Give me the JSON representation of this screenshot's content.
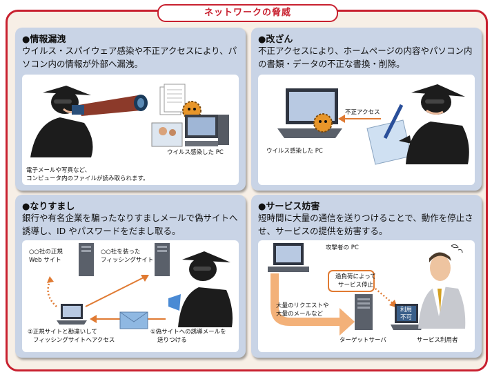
{
  "title": "ネットワークの脅威",
  "panels": {
    "leak": {
      "heading": "●情報漏洩",
      "desc": "ウイルス・スパイウェア感染や不正アクセスにより、パソコン内の情報が外部へ漏洩。",
      "label_pc": "ウイルス感染した PC",
      "caption_1": "電子メールや写真など、",
      "caption_2": "コンピュータ内のファイルが読み取られます。"
    },
    "tamper": {
      "heading": "●改ざん",
      "desc": "不正アクセスにより、ホームページの内容やパソコン内の書類・データの不正な書換・削除。",
      "label_access": "不正アクセス",
      "label_pc": "ウイルス感染した PC"
    },
    "spoof": {
      "heading": "●なりすまし",
      "desc": "銀行や有名企業を騙ったなりすましメールで偽サイトへ誘導し、ID やパスワードをだまし取る。",
      "label_real_1": "○○社の正規",
      "label_real_2": "Web サイト",
      "label_fake_1": "○○社を装った",
      "label_fake_2": "フィッシングサイト",
      "label_step2_1": "②正規サイトと勘違いして",
      "label_step2_2": "フィッシングサイトへアクセス",
      "label_step1_1": "①偽サイトへの誘導メールを",
      "label_step1_2": "送りつける"
    },
    "dos": {
      "heading": "●サービス妨害",
      "desc": "短時間に大量の通信を送りつけることで、動作を停止させ、サービスの提供を妨害する。",
      "label_attacker": "攻撃者の PC",
      "label_overload_1": "過負荷によって",
      "label_overload_2": "サービス停止",
      "label_flood_1": "大量のリクエストや",
      "label_flood_2": "大量のメールなど",
      "label_server": "ターゲットサーバ",
      "label_user": "サービス利用者",
      "screen_1": "利用",
      "screen_2": "不可"
    }
  },
  "colors": {
    "frame": "#c8202f",
    "panel": "#c9d4e6",
    "arrow": "#e07a32"
  }
}
